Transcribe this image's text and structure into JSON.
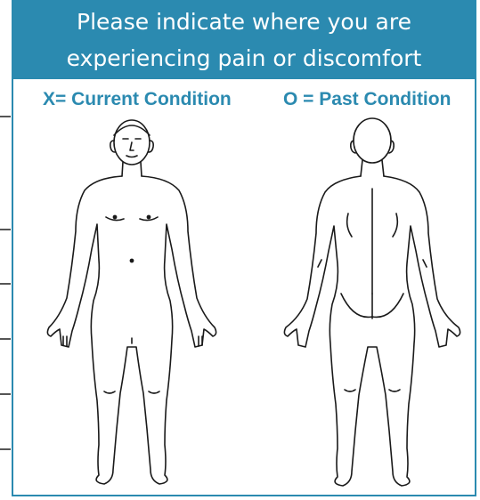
{
  "header": {
    "line1": "Please indicate where you are",
    "line2": "experiencing pain or discomfort"
  },
  "legend": {
    "current": "X= Current Condition",
    "past": "O = Past Condition"
  },
  "figures": [
    {
      "view": "front"
    },
    {
      "view": "back"
    }
  ],
  "colors": {
    "accent": "#2b8ab0",
    "line": "#1a1a1a",
    "background": "#ffffff"
  }
}
